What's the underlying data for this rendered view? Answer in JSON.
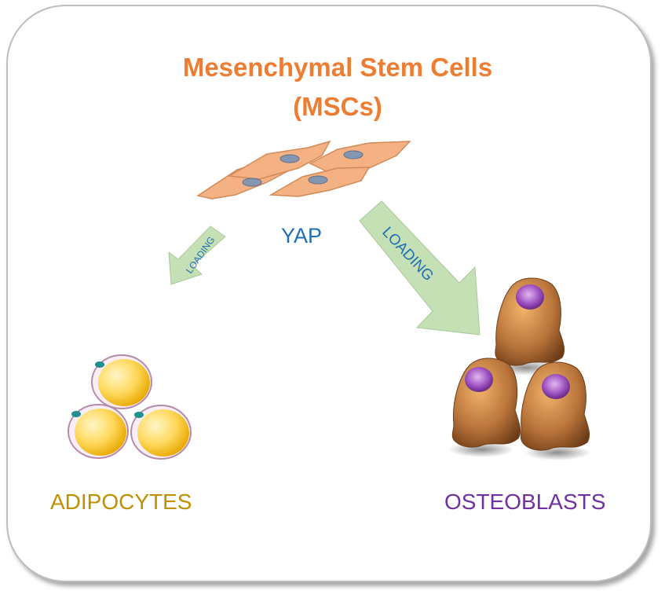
{
  "diagram": {
    "title_line1": "Mesenchymal Stem Cells",
    "title_line2": "(MSCs)",
    "center_label": "YAP",
    "left_arrow_label": "LOADING",
    "right_arrow_label": "LOADING",
    "left_outcome": "ADIPOCYTES",
    "right_outcome": "OSTEOBLASTS"
  },
  "colors": {
    "title": "#ee7d31",
    "yap": "#1f6fb5",
    "adipocytes": "#bf9000",
    "osteoblasts": "#7030a0",
    "arrow_fill": "#c5e0b4",
    "msc_cell": "#f4b183",
    "fat_cell": "#ffd966",
    "bone_cell": "#b8733a",
    "nucleus": "#8e44ad"
  }
}
